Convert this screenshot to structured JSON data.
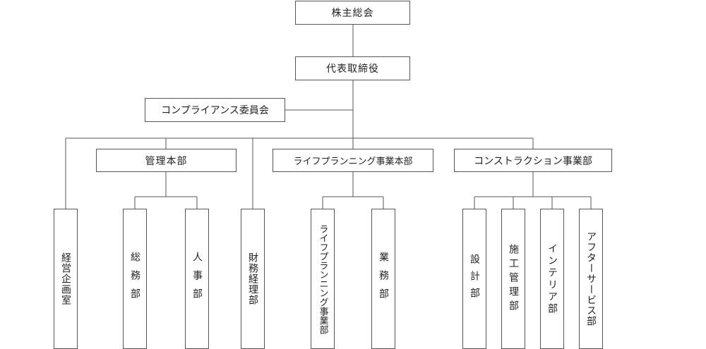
{
  "org": {
    "shareholders": "株主総会",
    "ceo": "代表取締役",
    "compliance": "コンプライアンス委員会",
    "admin_hq": "管理本部",
    "lifeplanning_hq": "ライフプランニング事業本部",
    "construction_hq": "コンストラクション事業部",
    "keiei": "経営企画室",
    "soumu": "総務部",
    "jinji": "人事部",
    "zaimu": "財務経理部",
    "lp_dept": "ライフプランニング事業部",
    "gyomu": "業務部",
    "sekkei": "設計部",
    "seko": "施工管理部",
    "interior": "インテリア部",
    "after": "アフターサービス部"
  }
}
